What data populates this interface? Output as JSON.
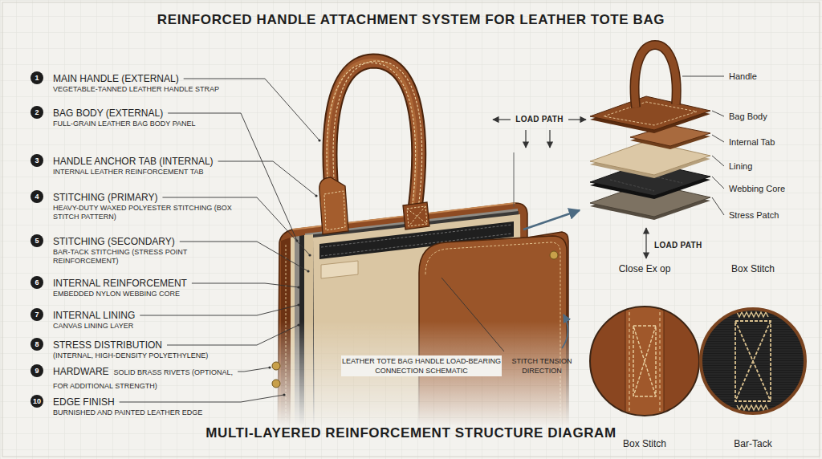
{
  "diagram": {
    "title": "REINFORCED HANDLE ATTACHMENT SYSTEM FOR LEATHER TOTE BAG",
    "caption": "MULTI-LAYERED REINFORCEMENT STRUCTURE DIAGRAM",
    "nodes": [
      {
        "text": [
          "1",
          "MAIN HANDLE (EXTERNAL)",
          "VEGETABLE-TANNED LEATHER HANDLE STRAP"
        ]
      },
      {
        "text": [
          "2",
          "BAG BODY (EXTERNAL)",
          "FULL-GRAIN LEATHER BAG BODY PANEL"
        ]
      },
      {
        "text": [
          "3",
          "HANDLE ANCHOR TAB (INTERNAL)",
          "INTERNAL LEATHER REINFORCEMENT TAB"
        ]
      },
      {
        "text": [
          "4",
          "STITCHING (PRIMARY)",
          "HEAVY-DUTY WAXED POLYESTER STITCHING (BOX STITCH PATTERN)"
        ]
      },
      {
        "text": [
          "5",
          "STITCHING (SECONDARY)",
          "BAR-TACK STITCHING (STRESS POINT REINFORCEMENT)"
        ]
      },
      {
        "text": [
          "6",
          "INTERNAL REINFORCEMENT",
          "EMBEDDED NYLON WEBBING CORE"
        ]
      },
      {
        "text": [
          "7",
          "INTERNAL LINING",
          "CANVAS LINING LAYER"
        ]
      },
      {
        "text": [
          "8",
          "STRESS DISTRIBUTION",
          "(INTERNAL, HIGH-DENSITY POLYETHYLENE)"
        ]
      },
      {
        "text": [
          "9",
          "HARDWARE",
          "SOLID BRASS RIVETS (OPTIONAL, FOR ADDITIONAL STRENGTH)"
        ]
      },
      {
        "text": [
          "10",
          "EDGE FINISH",
          "BURNISHED AND PAINTED LEATHER EDGE"
        ]
      },
      {
        "text": [
          "Close Ex op",
          "Box Stitch"
        ]
      },
      {
        "text": [
          "Box Stitch",
          "Bar-Tack"
        ]
      }
    ],
    "labels": [
      "LOAD PATH",
      "LEATHER TOTE BAG HANDLE LOAD-BEARING CONNECTION SCHEMATIC",
      "STITCH TENSION DIRECTION",
      "Handle",
      "Bag Body",
      "Internal Tab",
      "Lining",
      "Webbing Core",
      "Stress Patch",
      "LOAD PATH"
    ]
  }
}
